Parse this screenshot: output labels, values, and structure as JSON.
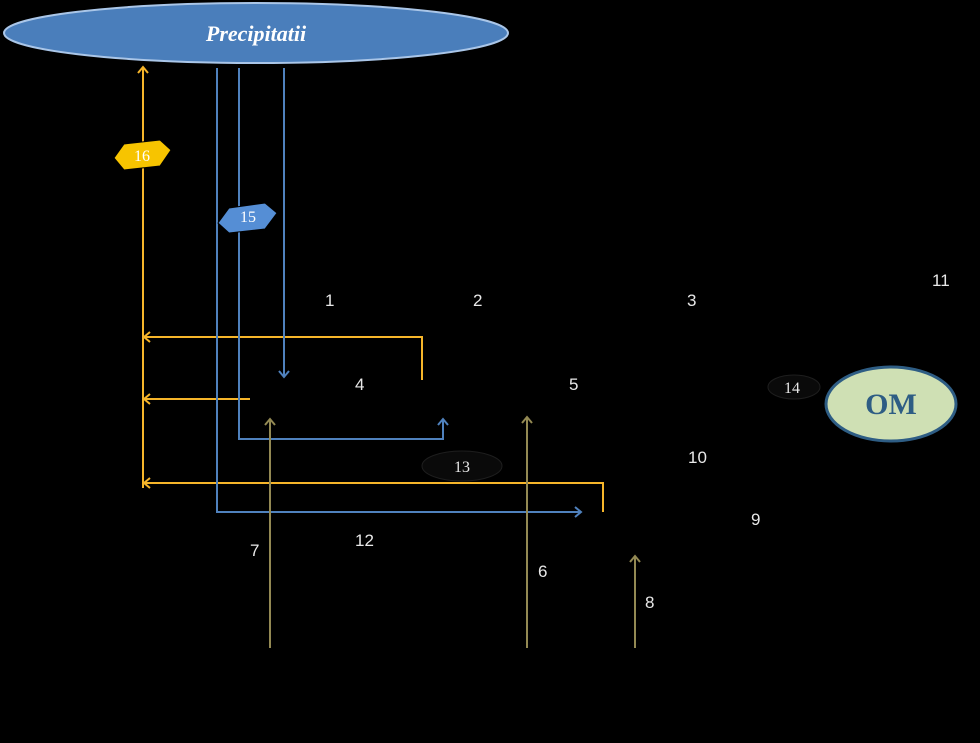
{
  "diagram": {
    "title": "Precipitatii",
    "om_label": "OM",
    "numbers": [
      "1",
      "2",
      "3",
      "4",
      "5",
      "6",
      "7",
      "8",
      "9",
      "10",
      "11",
      "12"
    ],
    "badges": [
      "13",
      "14",
      "15",
      "16"
    ],
    "colors": {
      "background": "#000000",
      "precip_fill": "#4a7ebb",
      "precip_stroke": "#aac6e8",
      "om_fill": "#cfe0b4",
      "om_stroke": "#2e5d84",
      "blue_line": "#4f81bd",
      "orange_line": "#f6b52a",
      "tan_line": "#938953",
      "badge_yellow": "#f7c400",
      "badge_blue": "#558ed5"
    }
  }
}
